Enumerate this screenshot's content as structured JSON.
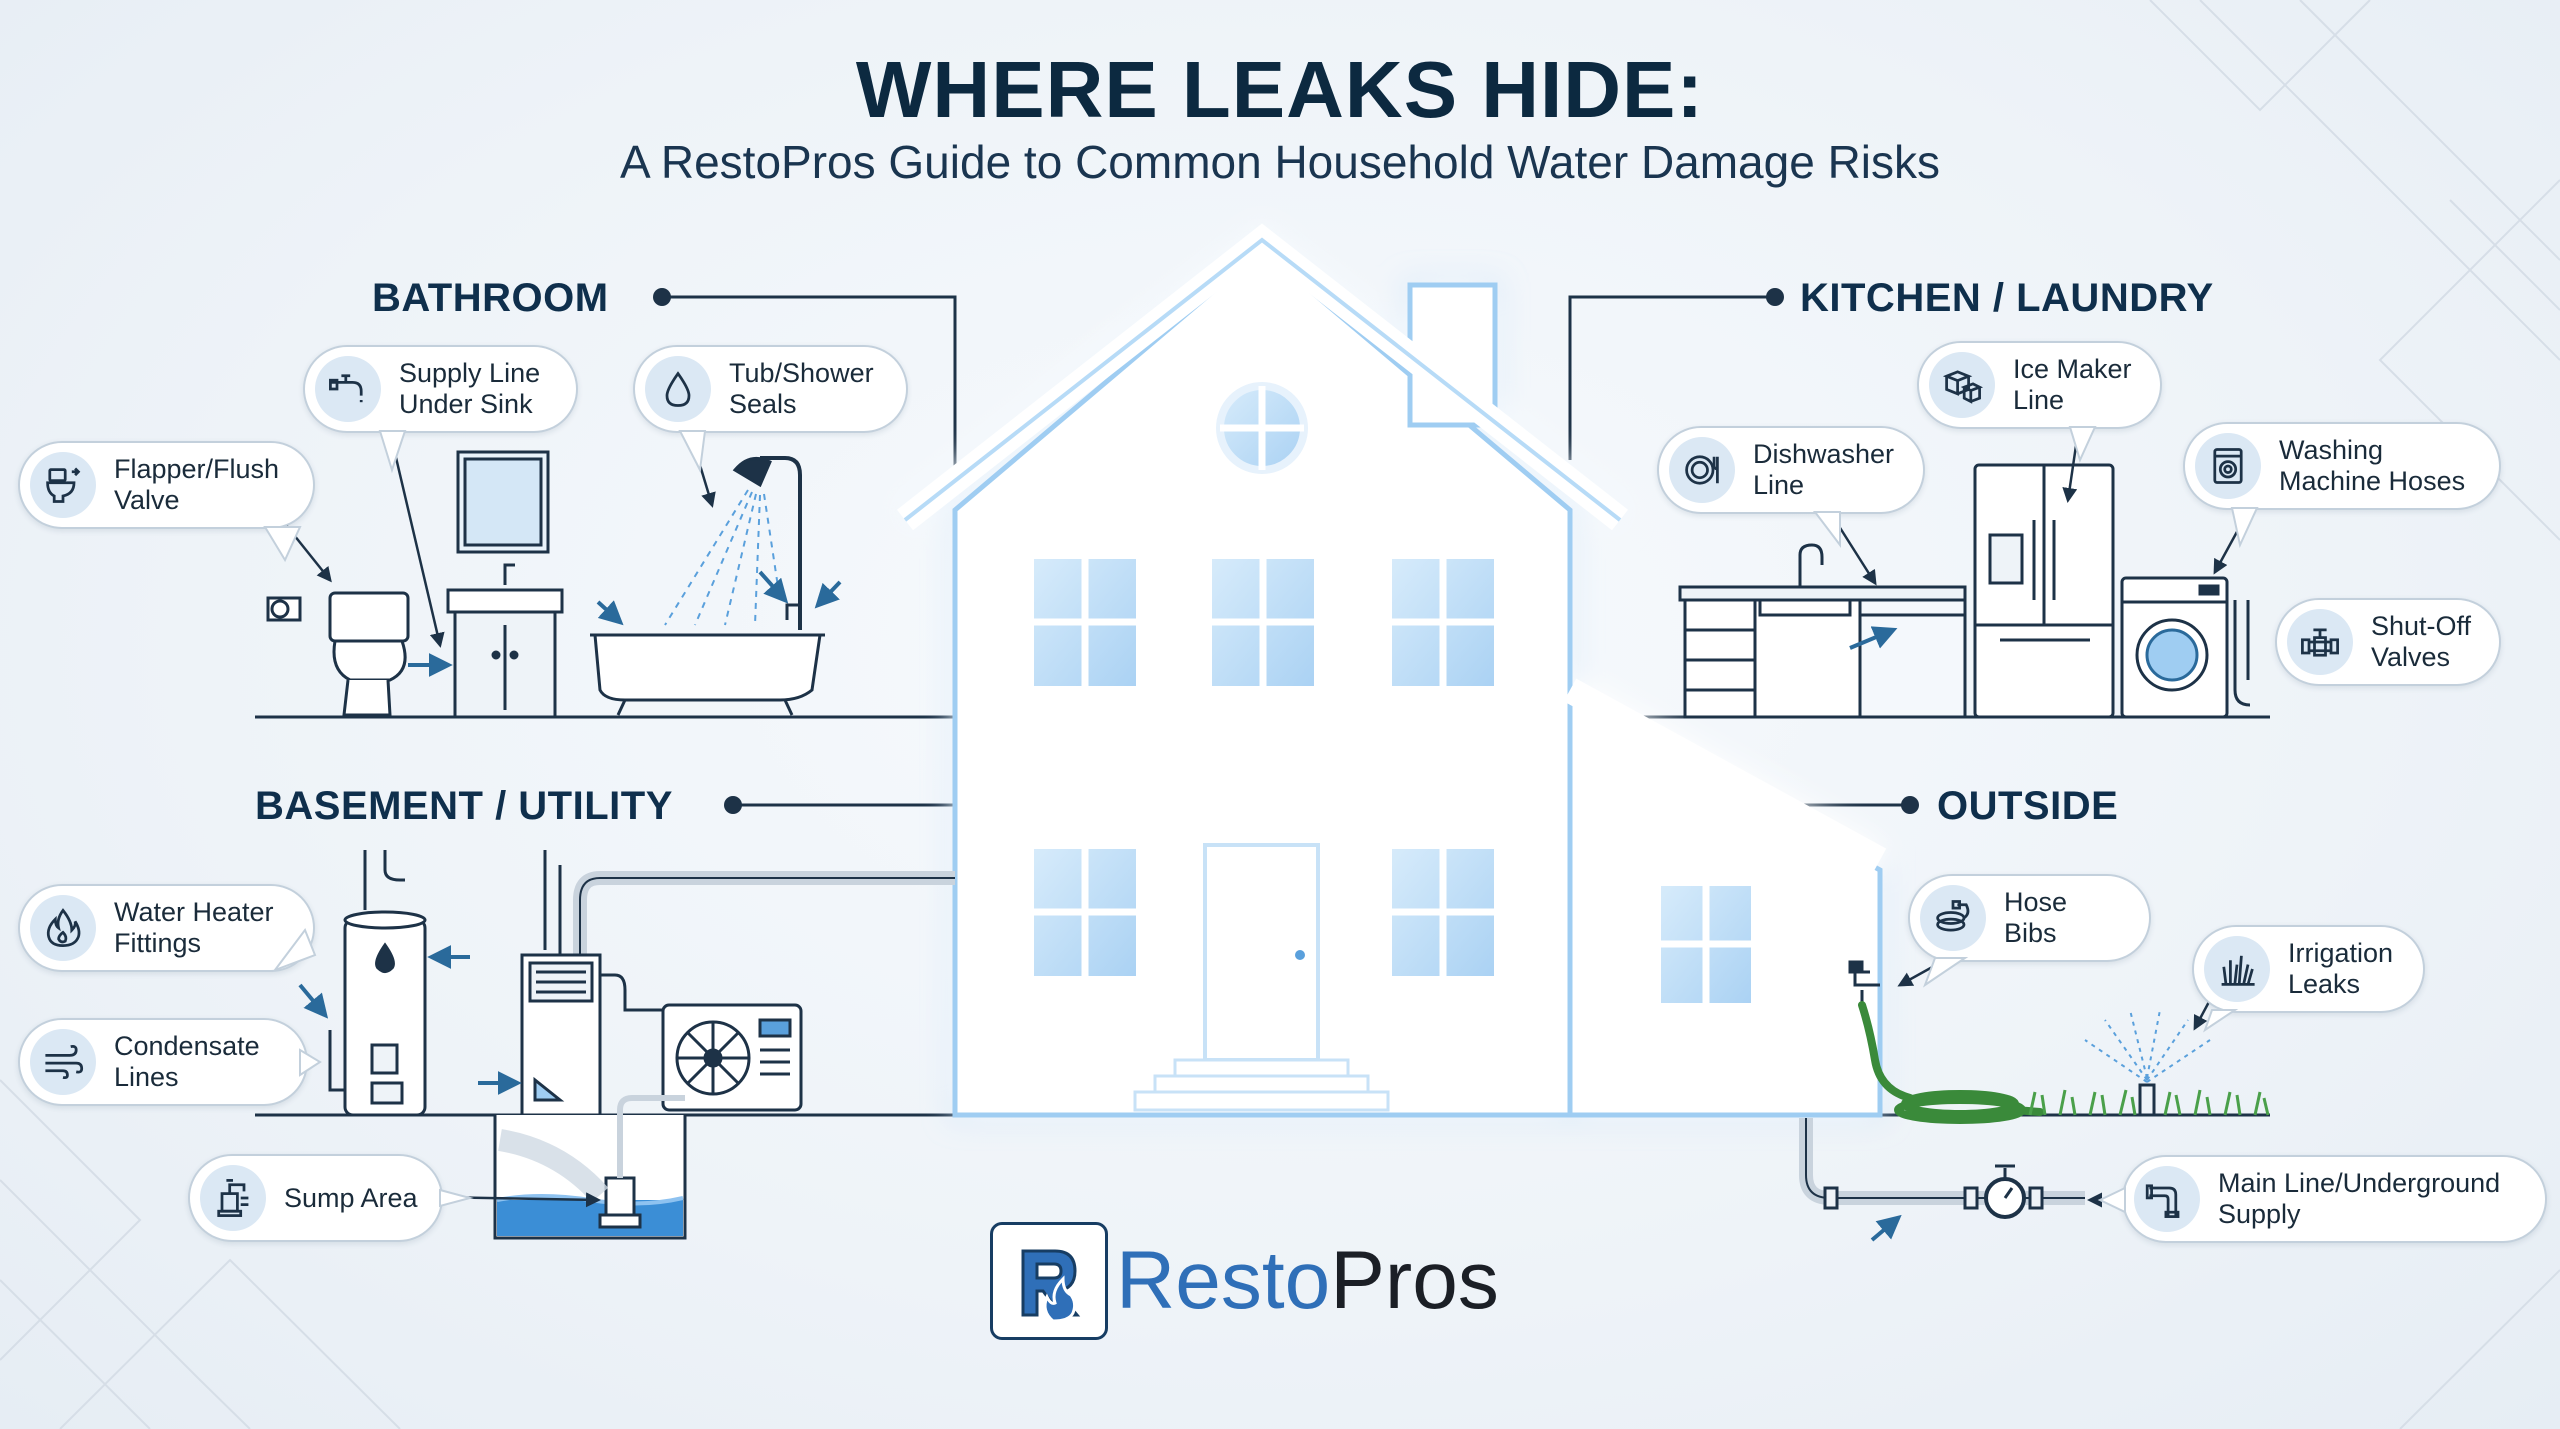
{
  "title": "WHERE LEAKS HIDE:",
  "subtitle": "A RestoPros Guide to Common Household Water Damage Risks",
  "sections": {
    "bathroom": "BATHROOM",
    "kitchen": "KITCHEN / LAUNDRY",
    "basement": "BASEMENT / UTILITY",
    "outside": "OUTSIDE"
  },
  "callouts": {
    "flapper": "Flapper/Flush\nValve",
    "supply_line": "Supply Line\nUnder Sink",
    "tub_seals": "Tub/Shower\nSeals",
    "ice_maker": "Ice Maker\nLine",
    "dishwasher": "Dishwasher\nLine",
    "washing": "Washing\nMachine Hoses",
    "shutoff": "Shut-Off\nValves",
    "water_heater": "Water Heater\nFittings",
    "condensate": "Condensate\nLines",
    "sump": "Sump Area",
    "hose_bibs": "Hose Bibs",
    "irrigation": "Irrigation\nLeaks",
    "main_line": "Main Line/Underground\nSupply"
  },
  "icons": {
    "flapper": "toilet-icon",
    "supply_line": "faucet-icon",
    "tub_seals": "water-drop-icon",
    "ice_maker": "ice-cubes-icon",
    "dishwasher": "plate-icon",
    "washing": "washing-machine-icon",
    "shutoff": "valve-icon",
    "water_heater": "flame-icon",
    "condensate": "wind-icon",
    "sump": "sump-pump-icon",
    "hose_bibs": "hose-icon",
    "irrigation": "grass-icon",
    "main_line": "pipe-icon"
  },
  "logo": {
    "word_part1": "Resto",
    "word_part2": "Pros"
  },
  "colors": {
    "title": "#0c2940",
    "accent_blue": "#2f6fb8",
    "line_dark": "#1d3247",
    "arrow": "#2a6a9b",
    "house_glow": "#8ec2f0",
    "water": "#3b8ed6",
    "hose_green": "#3a8a3a"
  }
}
